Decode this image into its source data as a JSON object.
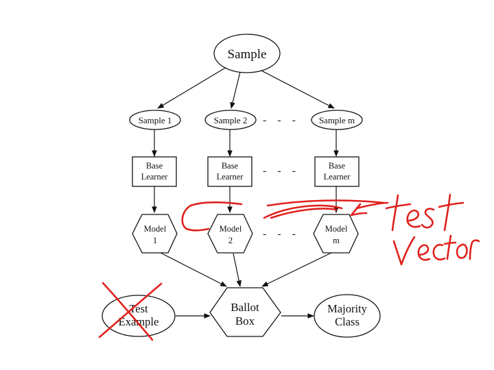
{
  "diagram": {
    "root": {
      "label": "Sample"
    },
    "samples": [
      {
        "label": "Sample 1"
      },
      {
        "label": "Sample 2"
      },
      {
        "label": "Sample m"
      }
    ],
    "learners": [
      {
        "line1": "Base",
        "line2": "Learner"
      },
      {
        "line1": "Base",
        "line2": "Learner"
      },
      {
        "line1": "Base",
        "line2": "Learner"
      }
    ],
    "models": [
      {
        "line1": "Model",
        "line2": "1"
      },
      {
        "line1": "Model",
        "line2": "2"
      },
      {
        "line1": "Model",
        "line2": "m"
      }
    ],
    "ellipsis": "- - -",
    "test_example": {
      "line1": "Test",
      "line2": "Example"
    },
    "ballot_box": {
      "line1": "Ballot",
      "line2": "Box"
    },
    "majority_class": {
      "line1": "Majority",
      "line2": "Class"
    }
  },
  "annotation": {
    "handwritten_note": "test vector",
    "color": "#e0201c"
  }
}
